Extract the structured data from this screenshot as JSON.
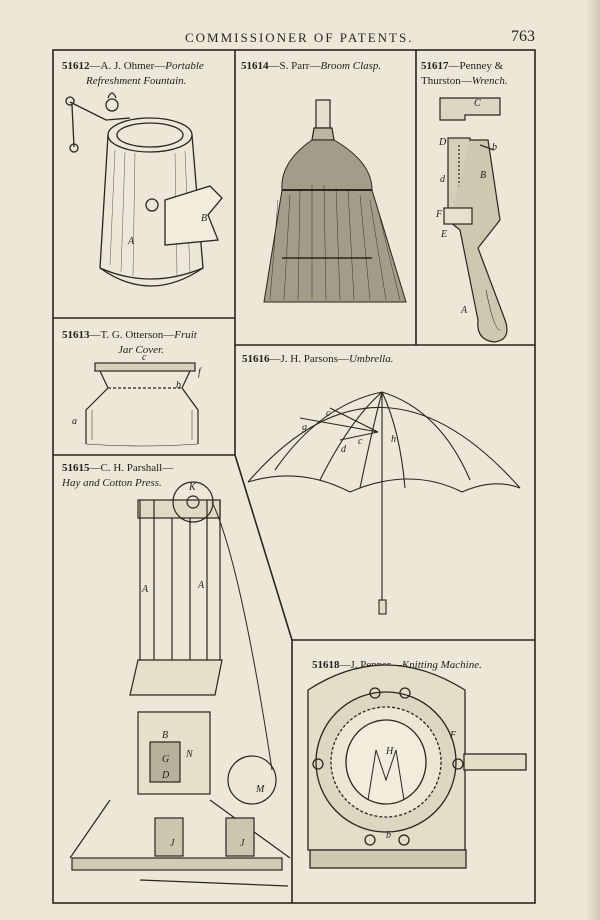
{
  "header": {
    "title": "COMMISSIONER OF PATENTS.",
    "page_number": "763"
  },
  "patents": [
    {
      "number": "51612",
      "inventor": "—A. J. Ohmer—",
      "title_l1": "Portable",
      "title_l2": "Refreshment Fountain."
    },
    {
      "number": "51614",
      "inventor": "—S. Parr—",
      "title_l1": "Broom Clasp.",
      "title_l2": ""
    },
    {
      "number": "51617",
      "inventor": "—Penney &",
      "inventor_l2": "Thurston—",
      "title_l1": "Wrench."
    },
    {
      "number": "51613",
      "inventor": "—T. G. Otterson—",
      "title_l1": "Fruit",
      "title_l2": "Jar Cover."
    },
    {
      "number": "51616",
      "inventor": "—J. H. Parsons—",
      "title_l1": "Umbrella."
    },
    {
      "number": "51615",
      "inventor": "—C. H. Parshall—",
      "title_l2": "Hay and Cotton Press."
    },
    {
      "number": "51618",
      "inventor": "—J. Pepper—",
      "title_l1": "Knitting Machine."
    }
  ],
  "labels": {
    "fountain": [
      "A",
      "B"
    ],
    "wrench": [
      "C",
      "D",
      "b",
      "d",
      "B",
      "F",
      "E",
      "A"
    ],
    "jar": [
      "c",
      "f",
      "b",
      "a"
    ],
    "umbrella": [
      "c",
      "g",
      "d",
      "c",
      "h"
    ],
    "press": [
      "K",
      "A",
      "A",
      "B",
      "G",
      "D",
      "N",
      "M",
      "J",
      "J"
    ],
    "knitting": [
      "H",
      "F",
      "b"
    ]
  }
}
